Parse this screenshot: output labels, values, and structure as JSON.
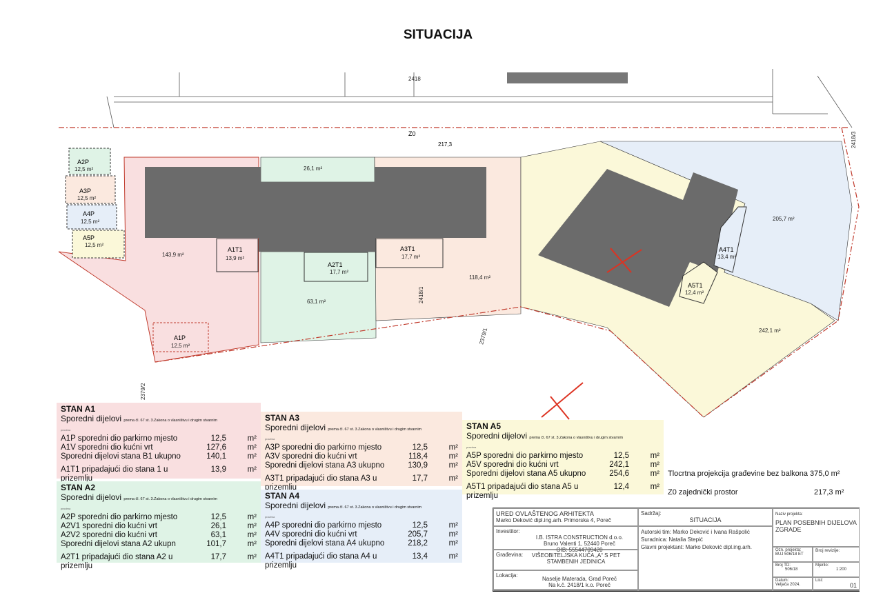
{
  "title": "SITUACIJA",
  "plan": {
    "zones": [
      {
        "id": "A2P",
        "label": "A2P",
        "area": "12,5 m²"
      },
      {
        "id": "A3P",
        "label": "A3P",
        "area": "12,5 m²"
      },
      {
        "id": "A4P",
        "label": "A4P",
        "area": "12,5 m²"
      },
      {
        "id": "A5P",
        "label": "A5P",
        "area": "12,5 m²"
      },
      {
        "id": "A1V",
        "area": "143,9 m²"
      },
      {
        "id": "A2V1",
        "area": "26,1 m²"
      },
      {
        "id": "A2V2",
        "area": "63,1 m²"
      },
      {
        "id": "A3V",
        "area": "118,4 m²"
      },
      {
        "id": "A4V",
        "area": "205,7 m²"
      },
      {
        "id": "A5V",
        "area": "242,1 m²"
      },
      {
        "id": "A1T1",
        "label": "A1T1",
        "area": "13,9 m²"
      },
      {
        "id": "A2T1",
        "label": "A2T1",
        "area": "17,7 m²"
      },
      {
        "id": "A3T1",
        "label": "A3T1",
        "area": "17,7 m²"
      },
      {
        "id": "A4T1",
        "label": "A4T1",
        "area": "13,4 m²"
      },
      {
        "id": "A5T1",
        "label": "A5T1",
        "area": "12,4 m²"
      },
      {
        "id": "A1P",
        "label": "A1P",
        "area": "12,5 m²"
      }
    ],
    "z0_label": "Z0",
    "z0_area": "217,3",
    "parcels": [
      "2418/3",
      "2418/1",
      "2379/1",
      "2379/2",
      "2418"
    ],
    "colors": {
      "pink": "#f9dfe0",
      "green": "#dff3e6",
      "peach": "#fbe9df",
      "yellow": "#fbf8d9",
      "blue": "#e6eef8",
      "building": "#6b6b6b",
      "boundary": "#c0392b"
    }
  },
  "stan_a1": {
    "title": "STAN A1",
    "sub": "Sporedni dijelovi",
    "sub_small": "prema čl. 67 st. 3.Zakona o vlasništvu i drugim stvarnim",
    "pravima": "pravima",
    "rows": [
      {
        "l": "A1P sporedni dio parkirno mjesto",
        "v": "12,5",
        "u": "m²"
      },
      {
        "l": "A1V sporedni dio kućni vrt",
        "v": "127,6",
        "u": "m²"
      },
      {
        "l": "Sporedni dijelovi stana B1 ukupno",
        "v": "140,1",
        "u": "m²"
      }
    ],
    "t1": {
      "l": "A1T1 pripadajući dio stana 1 u prizemlju",
      "v": "13,9",
      "u": "m²"
    }
  },
  "stan_a2": {
    "title": "STAN A2",
    "sub": "Sporedni dijelovi",
    "sub_small": "prema čl. 67 st. 3.Zakona o vlasništvu i drugim stvarnim",
    "pravima": "pravima",
    "rows": [
      {
        "l": "A2P sporedni dio parkirno mjesto",
        "v": "12,5",
        "u": "m²"
      },
      {
        "l": "A2V1 sporedni dio kućni vrt",
        "v": "26,1",
        "u": "m²"
      },
      {
        "l": "A2V2 sporedni dio kućni vrt",
        "v": "63,1",
        "u": "m²"
      },
      {
        "l": "Sporedni dijelovi stana A2 ukupn",
        "v": "101,7",
        "u": "m²"
      }
    ],
    "t1": {
      "l": "A2T1 pripadajući dio stana A2 u prizemlju",
      "v": "17,7",
      "u": "m²"
    }
  },
  "stan_a3": {
    "title": "STAN A3",
    "sub": "Sporedni dijelovi",
    "sub_small": "prema čl. 67 st. 3.Zakona o vlasništvu i drugim stvarnim",
    "pravima": "pravima",
    "rows": [
      {
        "l": "A3P sporedni dio parkirno mjesto",
        "v": "12,5",
        "u": "m²"
      },
      {
        "l": "A3V sporedni dio kućni vrt",
        "v": "118,4",
        "u": "m²"
      },
      {
        "l": "Sporedni dijelovi stana A3 ukupno",
        "v": "130,9",
        "u": "m²"
      }
    ],
    "t1": {
      "l": "A3T1 pripadajući dio stana A3 u prizemlju",
      "v": "17,7",
      "u": "m²"
    }
  },
  "stan_a4": {
    "title": "STAN A4",
    "sub": "Sporedni dijelovi",
    "sub_small": "prema čl. 67 st. 3.Zakona o vlasništvu i drugim stvarnim",
    "pravima": "pravima",
    "rows": [
      {
        "l": "A4P sporedni dio parkirno mjesto",
        "v": "12,5",
        "u": "m²"
      },
      {
        "l": "A4V sporedni dio kućni vrt",
        "v": "205,7",
        "u": "m²"
      },
      {
        "l": "Sporedni dijelovi stana A4 ukupno",
        "v": "218,2",
        "u": "m²"
      }
    ],
    "t1": {
      "l": "A4T1 pripadajući dio stana A4 u prizemlju",
      "v": "13,4",
      "u": "m²"
    }
  },
  "stan_a5": {
    "title": "STAN A5",
    "sub": "Sporedni dijelovi",
    "sub_small": "prema čl. 67 st. 3.Zakona o vlasništvu i drugim stvarnim",
    "pravima": "pravima",
    "rows": [
      {
        "l": "A5P sporedni dio parkirno mjesto",
        "v": "12,5",
        "u": "m²"
      },
      {
        "l": "A5V sporedni dio kućni vrt",
        "v": "242,1",
        "u": "m²"
      },
      {
        "l": "Sporedni dijelovi stana A5 ukupno",
        "v": "254,6",
        "u": "m²"
      }
    ],
    "t1": {
      "l": "A5T1 pripadajući dio stana A5 u prizemlju",
      "v": "12,4",
      "u": "m²"
    }
  },
  "summary": {
    "tlocrt": "Tlocrtna projekcija građevine bez balkona 375,0 m²",
    "z0": "Z0 zajednički prostor",
    "z0_val": "217,3 m²"
  },
  "title_block": {
    "office": "URED OVLAŠTENOG ARHITEKTA",
    "office_sub": "Marko Deković dipl.ing.arh.  Primorska 4, Poreč",
    "investitor_l": "Investitor:",
    "investitor": "I.B. ISTRA CONSTRUCTION d.o.o.",
    "investitor_addr": "Bruno Valenti 1, 52440 Poreč",
    "investitor_oib": "OIB: 55544709420",
    "gradevina_l": "Građevina:",
    "gradevina": "VIŠEOBITELJSKA KUĆA „A“ S PET STAMBENIH JEDINICA",
    "lokacija_l": "Lokacija:",
    "lokacija": "Naselje Materada, Grad Poreč",
    "lokacija2": "Na k.č. 2418/1 k.o. Poreč",
    "sadrzaj_l": "Sadržaj:",
    "sadrzaj": "SITUACIJA",
    "autorski": "Autorski tim: Marko Deković i Ivana Rašpolić",
    "suradnica": "Suradnica: Natalia Stepić",
    "glavni": "Glavni projektant: Marko Deković dipl.ing.arh.",
    "naziv_l": "Naziv projekta:",
    "naziv": "PLAN POSEBNIH DIJELOVA ZGRADE",
    "ozn_l": "Ozn. projekta:",
    "ozn": "BUJ 506/18 ET",
    "revizija_l": "Broj revizije:",
    "td_l": "Broj TD:",
    "td": "506/18",
    "mjerilo_l": "Mjerilo:",
    "mjerilo": "1:200",
    "datum_l": "Datum:",
    "datum": "Veljača 2024.",
    "list_l": "List:",
    "list": "01"
  }
}
